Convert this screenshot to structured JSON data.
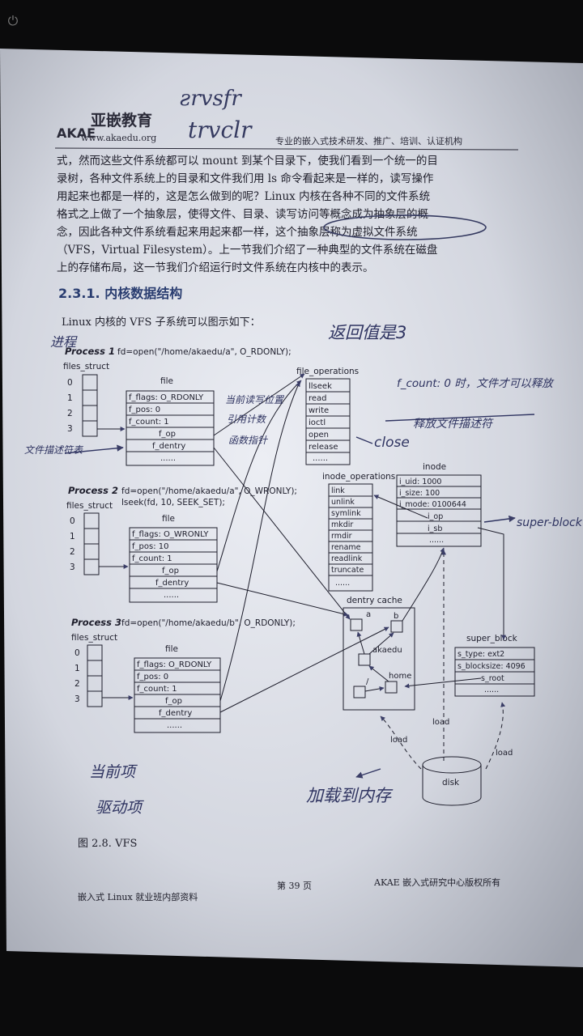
{
  "header": {
    "logo_text": "亚嵌教育",
    "logo_letters": "AKAE",
    "logo_url": "www.akaedu.org",
    "slogan": "专业的嵌入式技术研发、推广、培训、认证机构",
    "handwriting_top1": "ƨrvsfr",
    "handwriting_top2": "trvclr"
  },
  "body": {
    "paragraph_lines": [
      "式，然而这些文件系统都可以 mount 到某个目录下，使我们看到一个统一的目",
      "录树，各种文件系统上的目录和文件我们用 ls 命令看起来是一样的，读写操作",
      "用起来也都是一样的，这是怎么做到的呢？Linux 内核在各种不同的文件系统",
      "格式之上做了一个抽象层，使得文件、目录、读写访问等概念成为抽象层的概",
      "念，因此各种文件系统看起来用起来都一样，这个抽象层称为虚拟文件系统",
      "（VFS，Virtual Filesystem）。上一节我们介绍了一种典型的文件系统在磁盘",
      "上的存储布局，这一节我们介绍运行时文件系统在内核中的表示。"
    ],
    "section_heading": "2.3.1. 内核数据结构",
    "intro": "Linux 内核的 VFS 子系统可以图示如下：",
    "figure_caption": "图 2.8. VFS"
  },
  "diagram": {
    "processes": [
      {
        "title": "Process 1",
        "call": "fd=open(\"/home/akaedu/a\", O_RDONLY);",
        "call2": "",
        "flags": "f_flags: O_RDONLY",
        "pos": "f_pos: 0",
        "count": "f_count: 1"
      },
      {
        "title": "Process 2",
        "call": "fd=open(\"/home/akaedu/a\", O_WRONLY);",
        "call2": "lseek(fd, 10, SEEK_SET);",
        "flags": "f_flags: O_WRONLY",
        "pos": "f_pos: 10",
        "count": "f_count: 1"
      },
      {
        "title": "Process 3",
        "call": "fd=open(\"/home/akaedu/b\", O_RDONLY);",
        "call2": "",
        "flags": "f_flags: O_RDONLY",
        "pos": "f_pos: 0",
        "count": "f_count: 1"
      }
    ],
    "files_struct_label": "files_struct",
    "file_label": "file",
    "fd_indices": [
      "0",
      "1",
      "2",
      "3"
    ],
    "f_op": "f_op",
    "f_dentry": "f_dentry",
    "ellipsis": "......",
    "file_operations": {
      "title": "file_operations",
      "items": [
        "llseek",
        "read",
        "write",
        "ioctl",
        "open",
        "release",
        "......"
      ]
    },
    "inode_operations": {
      "title": "inode_operations",
      "items": [
        "link",
        "unlink",
        "symlink",
        "mkdir",
        "rmdir",
        "rename",
        "readlink",
        "truncate",
        "......"
      ]
    },
    "inode": {
      "title": "inode",
      "items": [
        "i_uid: 1000",
        "i_size: 100",
        "i_mode: 0100644",
        "i_op",
        "i_sb",
        "......"
      ]
    },
    "dentry_cache": {
      "title": "dentry cache",
      "labels": [
        "a",
        "b",
        "akaedu",
        "/",
        "home"
      ]
    },
    "super_block": {
      "title": "super_block",
      "items": [
        "s_type: ext2",
        "s_blocksize: 4096",
        "s_root",
        "......"
      ]
    },
    "disk": "disk",
    "load_label": "load"
  },
  "annotations": {
    "jinjie": "进程",
    "return_value": "返回值是3",
    "fcount_note": "f_count: 0 时，文件才可以释放",
    "release_note": "释放文件描述符",
    "open_mode": "当前读写位置",
    "ref_count": "引用计数",
    "func_ptr": "函数指针",
    "close_note": "close",
    "fd_table": "文件描述符表",
    "super_block_note": "super-block",
    "load_to_memory": "加载到内存",
    "current_item": "当前项",
    "driver_item": "驱动项"
  },
  "footer": {
    "left": "嵌入式 Linux 就业班内部资料",
    "center": "第 39 页",
    "right": "AKAE 嵌入式研究中心版权所有"
  }
}
